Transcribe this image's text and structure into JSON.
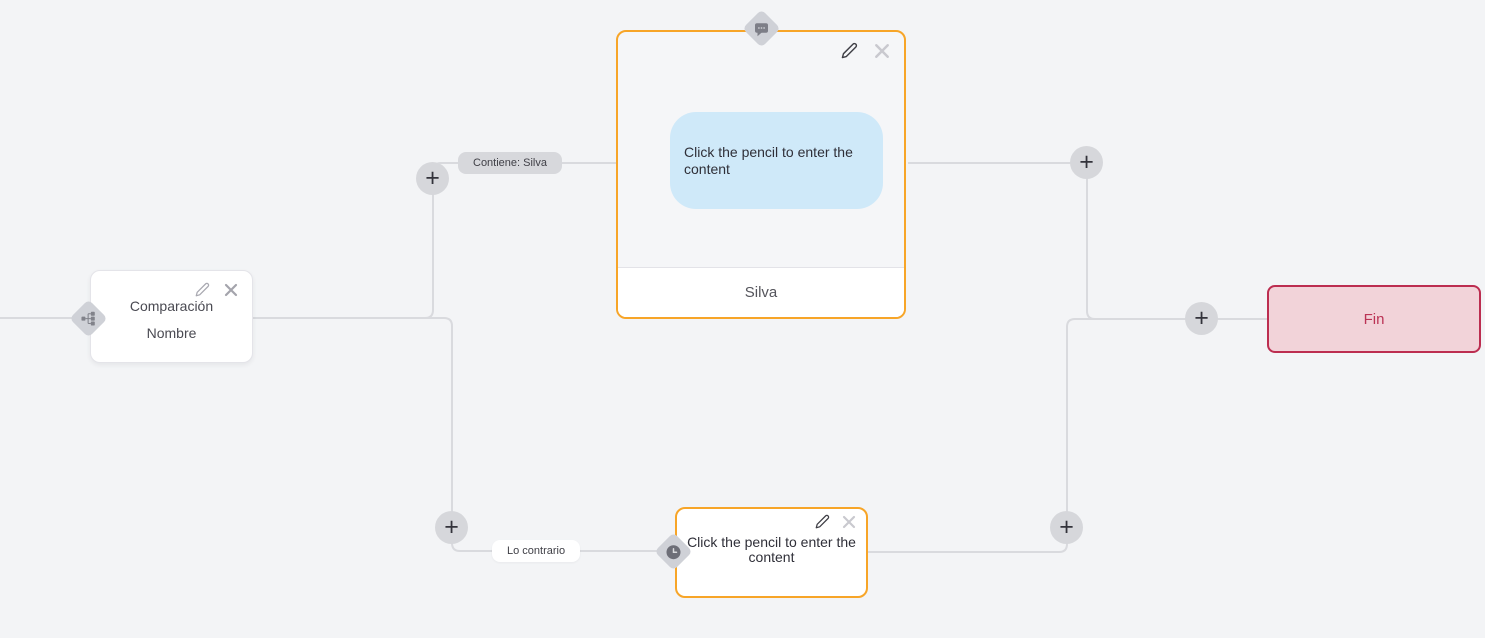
{
  "canvas": {
    "background": "#f3f4f6",
    "connector_color": "#d9dade"
  },
  "palette": {
    "accent_orange": "#f7a528",
    "bubble_blue": "#cfe9f9",
    "pill_gray": "#d7d8dc",
    "diamond_gray": "#cfd1d7",
    "end_bg": "#f2d3d9",
    "end_border": "#bc2d50",
    "end_text": "#bb3355"
  },
  "flow": {
    "condition_node": {
      "title": "Comparación",
      "subtitle": "Nombre",
      "type_icon": "branch-icon"
    },
    "message_node": {
      "bubble_text": "Click the pencil to enter the content",
      "footer_label": "Silva",
      "type_icon": "chat-icon"
    },
    "delay_node": {
      "body_text": "Click the pencil to enter the content",
      "type_icon": "clock-icon"
    },
    "end_node": {
      "label": "Fin"
    },
    "edges": {
      "top_label": "Contiene: Silva",
      "bottom_label": "Lo contrario"
    }
  },
  "controls": {
    "add_symbol": "+"
  },
  "icons": {
    "edit": "pencil-icon",
    "delete": "close-icon",
    "add": "plus-icon",
    "condition_type": "branch-icon",
    "message_type": "chat-icon",
    "delay_type": "clock-icon"
  }
}
